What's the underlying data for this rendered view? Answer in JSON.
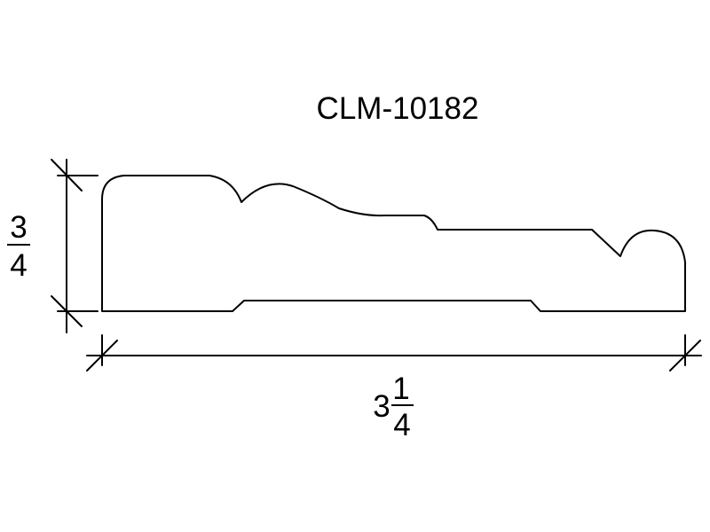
{
  "title": "CLM-10182",
  "height_dimension": {
    "numerator": "3",
    "denominator": "4"
  },
  "width_dimension": {
    "whole": "3",
    "numerator": "1",
    "denominator": "4"
  },
  "colors": {
    "line": "#000000",
    "background": "#ffffff"
  }
}
